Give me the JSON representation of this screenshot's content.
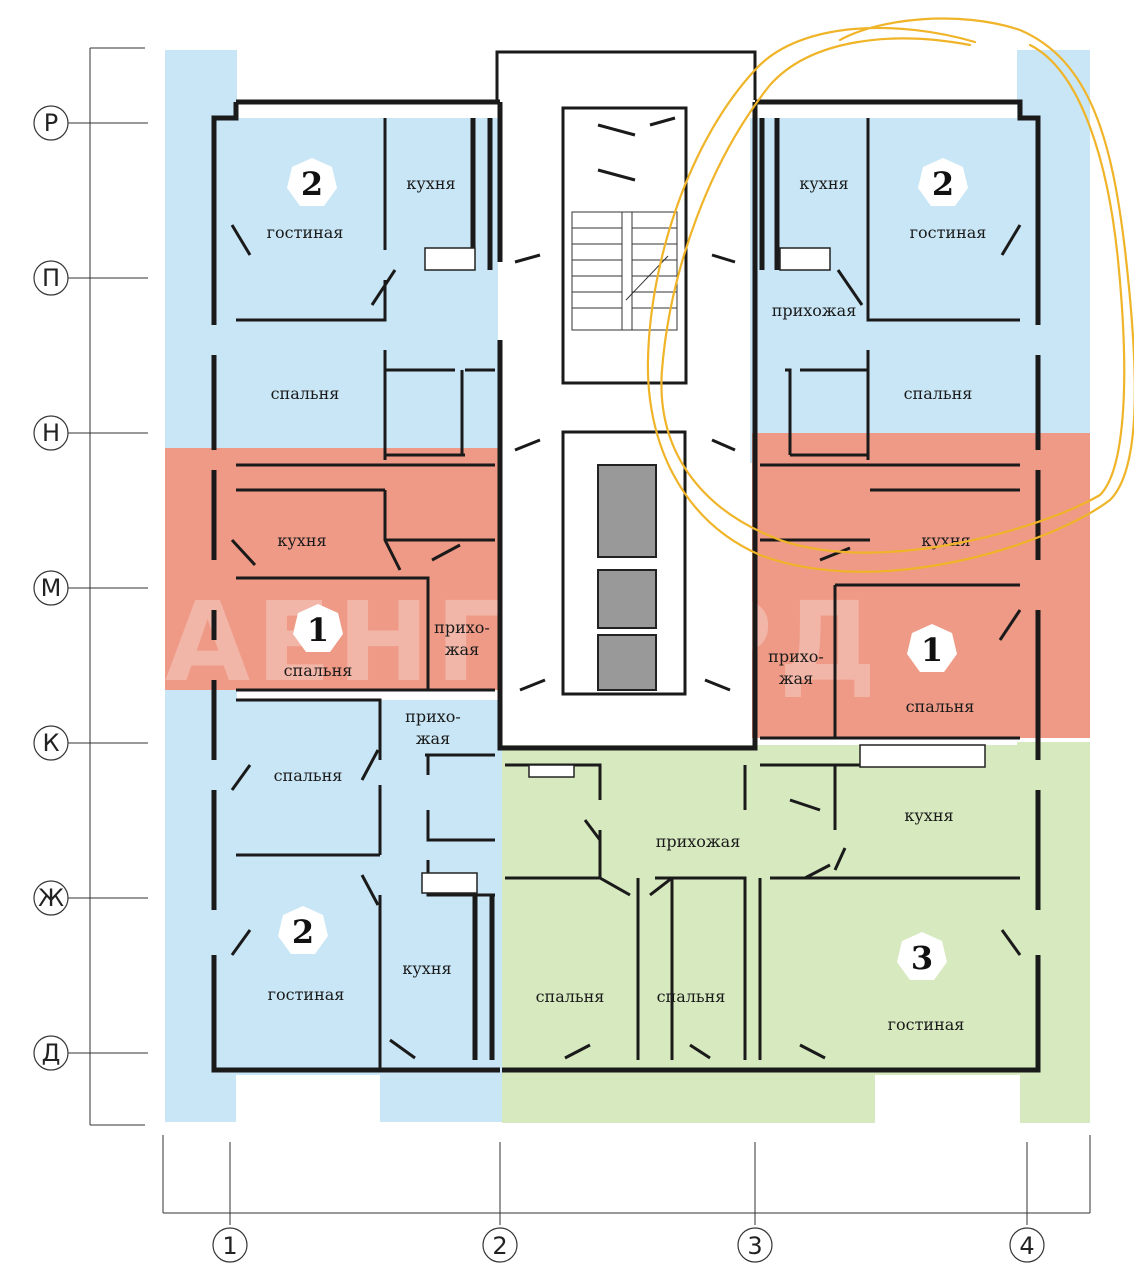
{
  "colors": {
    "two_room": "#c8e6f5",
    "one_room": "#ee9a86",
    "three_room": "#d6e9bf",
    "annotation": "#f0b429",
    "wall": "#1a1a1a"
  },
  "axes": {
    "rows": [
      "Р",
      "П",
      "Н",
      "М",
      "К",
      "Ж",
      "Д"
    ],
    "columns": [
      "1",
      "2",
      "3",
      "4"
    ]
  },
  "watermark": "АЕНГТОРД",
  "apartments": [
    {
      "id": "top-left",
      "rooms_badge": "2",
      "labels": [
        "гостиная",
        "кухня",
        "спальня"
      ]
    },
    {
      "id": "top-right",
      "rooms_badge": "2",
      "labels": [
        "кухня",
        "гостиная",
        "прихожая",
        "спальня"
      ]
    },
    {
      "id": "mid-left",
      "rooms_badge": "1",
      "labels": [
        "кухня",
        "спальня",
        "прихо-",
        "жая"
      ]
    },
    {
      "id": "mid-right",
      "rooms_badge": "1",
      "labels": [
        "кухня",
        "прихо-",
        "жая",
        "спальня"
      ]
    },
    {
      "id": "bottom-left",
      "rooms_badge": "2",
      "labels": [
        "спальня",
        "прихо-",
        "жая",
        "гостиная",
        "кухня"
      ]
    },
    {
      "id": "bottom-right",
      "rooms_badge": "3",
      "labels": [
        "прихожая",
        "кухня",
        "спальня",
        "спальня",
        "гостиная"
      ]
    }
  ]
}
